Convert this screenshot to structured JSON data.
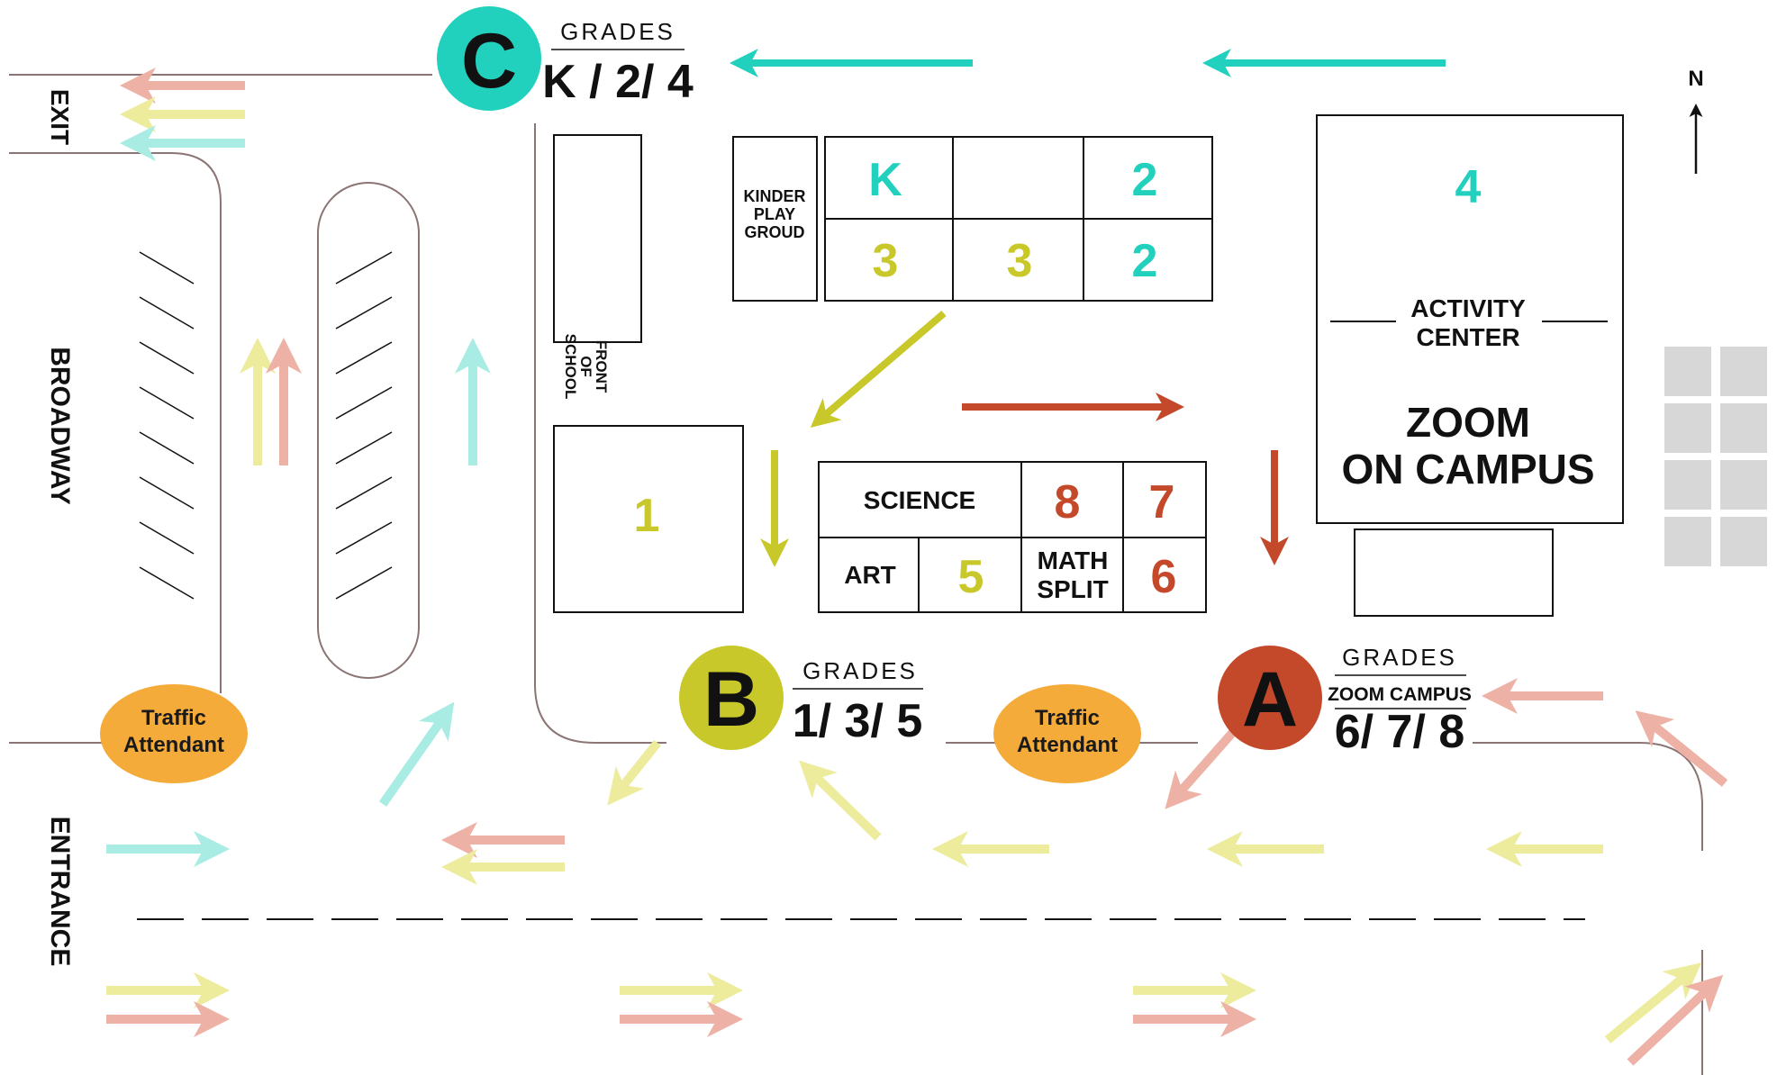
{
  "street": "BROADWAY",
  "exit_label": "EXIT",
  "entrance_label": "ENTRANCE",
  "north_label": "N",
  "zones": {
    "a": {
      "letter": "A",
      "grades_label": "GRADES",
      "sub": "ZOOM CAMPUS",
      "grades": "6/ 7/ 8"
    },
    "b": {
      "letter": "B",
      "grades_label": "GRADES",
      "grades": "1/ 3/ 5"
    },
    "c": {
      "letter": "C",
      "grades_label": "GRADES",
      "grades": "K / 2/ 4"
    }
  },
  "attendants": [
    "Traffic",
    "Attendant",
    "Traffic",
    "Attendant"
  ],
  "buildings": {
    "kinder": [
      "KINDER",
      "PLAY",
      "GROUD"
    ],
    "front": [
      "FRONT",
      "OF",
      "SCHOOL"
    ],
    "rooms_top": [
      "K",
      "3",
      "3",
      "2",
      "2"
    ],
    "room_1": "1",
    "room_4": "4",
    "science": "SCIENCE",
    "art": "ART",
    "math": [
      "MATH",
      "SPLIT"
    ],
    "nums": [
      "8",
      "7",
      "5",
      "6"
    ],
    "activity": [
      "ACTIVITY",
      "CENTER"
    ],
    "zoom": [
      "ZOOM",
      "ON CAMPUS"
    ]
  },
  "colors": {
    "teal": "#22d1bd",
    "olive": "#c9c82a",
    "rust": "#c4492a",
    "orange": "#f5ab3a",
    "road": "#8b7574",
    "light_teal": "#a8ece4",
    "light_olive": "#ecec9c",
    "light_rust": "#edb1a5"
  }
}
